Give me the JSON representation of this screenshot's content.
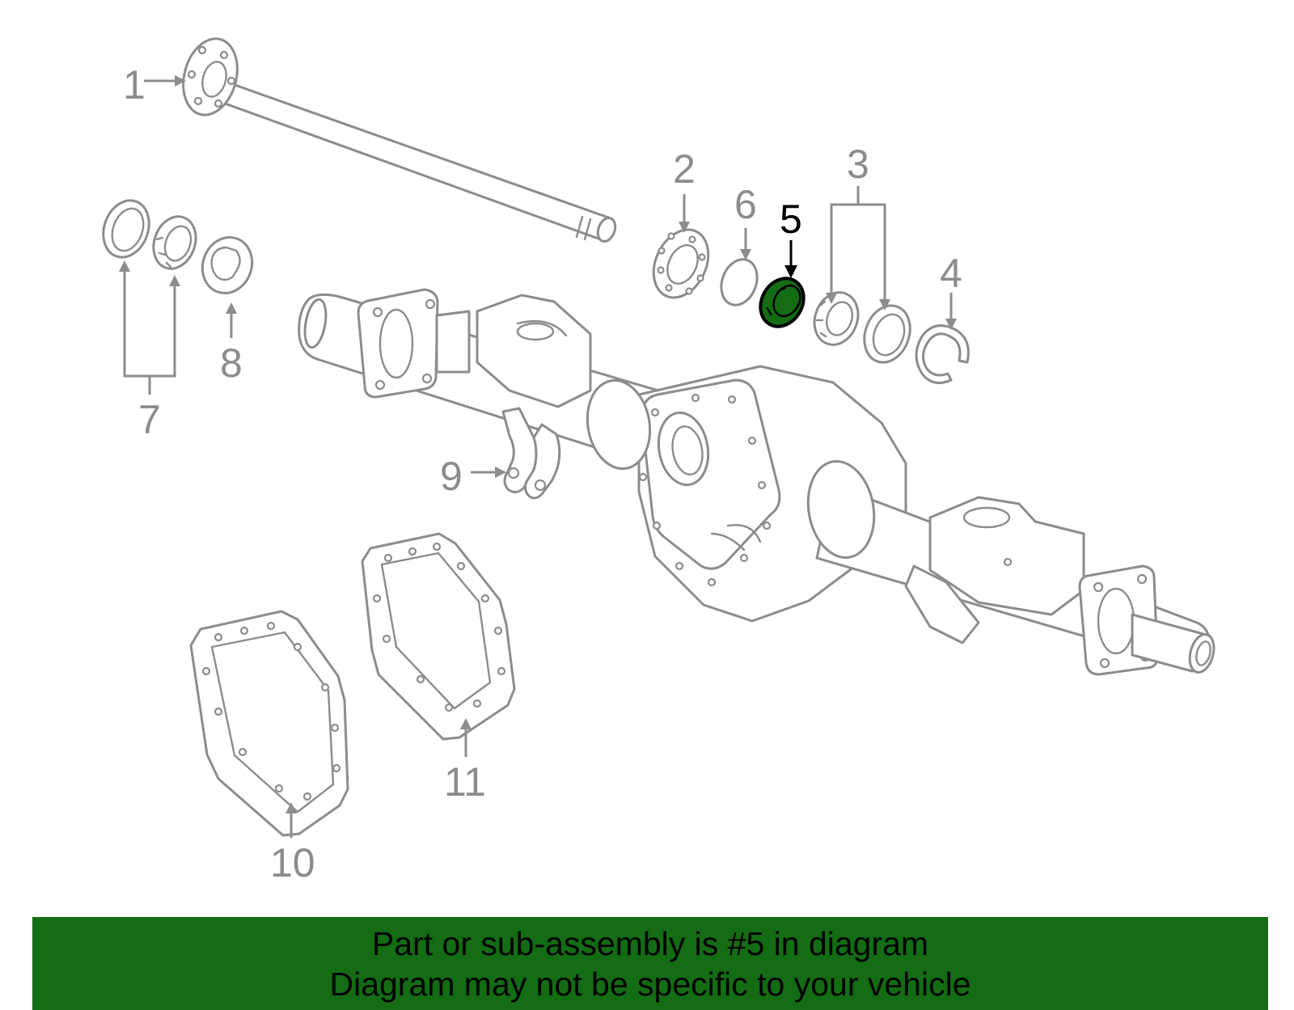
{
  "diagram": {
    "highlighted_part": "5",
    "highlight_color": "#146c14",
    "line_color": "#8c8c8c",
    "callouts": [
      {
        "id": "1",
        "label": "1"
      },
      {
        "id": "2",
        "label": "2"
      },
      {
        "id": "3",
        "label": "3"
      },
      {
        "id": "4",
        "label": "4"
      },
      {
        "id": "5",
        "label": "5"
      },
      {
        "id": "6",
        "label": "6"
      },
      {
        "id": "7",
        "label": "7"
      },
      {
        "id": "8",
        "label": "8"
      },
      {
        "id": "9",
        "label": "9"
      },
      {
        "id": "10",
        "label": "10"
      },
      {
        "id": "11",
        "label": "11"
      }
    ]
  },
  "banner": {
    "line1": "Part or sub-assembly is #5 in diagram",
    "line2": "Diagram may not be specific to your vehicle",
    "background": "#146c14"
  }
}
